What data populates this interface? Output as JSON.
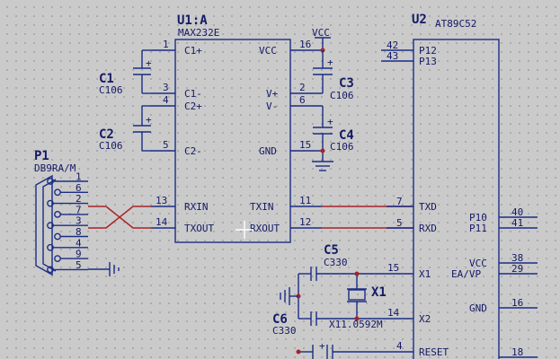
{
  "u1": {
    "ref": "U1:A",
    "part": "MAX232E",
    "pins_left": [
      {
        "num": "1",
        "name": "C1+"
      },
      {
        "num": "3",
        "name": "C1-"
      },
      {
        "num": "4",
        "name": "C2+"
      },
      {
        "num": "5",
        "name": "C2-"
      },
      {
        "num": "13",
        "name": "RXIN"
      },
      {
        "num": "14",
        "name": "TXOUT"
      }
    ],
    "pins_right": [
      {
        "num": "16",
        "name": "VCC"
      },
      {
        "num": "2",
        "name": "V+"
      },
      {
        "num": "6",
        "name": "V-"
      },
      {
        "num": "15",
        "name": "GND"
      },
      {
        "num": "11",
        "name": "TXIN"
      },
      {
        "num": "12",
        "name": "RXOUT"
      }
    ]
  },
  "u2": {
    "ref": "U2",
    "part": "AT89C52",
    "pins_left": [
      {
        "num": "42",
        "name": "P12"
      },
      {
        "num": "43",
        "name": "P13"
      },
      {
        "num": "7",
        "name": "TXD"
      },
      {
        "num": "5",
        "name": "RXD"
      },
      {
        "num": "15",
        "name": "X1"
      },
      {
        "num": "14",
        "name": "X2"
      },
      {
        "num": "4",
        "name": "RESET"
      }
    ],
    "pins_right": [
      {
        "num": "40",
        "name": "P10"
      },
      {
        "num": "41",
        "name": "P11"
      },
      {
        "num": "38",
        "name": "VCC"
      },
      {
        "num": "29",
        "name": "EA/VP"
      },
      {
        "num": "16",
        "name": "GND"
      },
      {
        "num": "18",
        "name": ""
      }
    ]
  },
  "capacitors": [
    {
      "ref": "C1",
      "value": "C106"
    },
    {
      "ref": "C2",
      "value": "C106"
    },
    {
      "ref": "C3",
      "value": "C106"
    },
    {
      "ref": "C4",
      "value": "C106"
    },
    {
      "ref": "C5",
      "value": "C330"
    },
    {
      "ref": "C6",
      "value": "C330"
    }
  ],
  "crystal": {
    "ref": "X1",
    "value": "X11.0592M"
  },
  "connector": {
    "ref": "P1",
    "part": "DB9RA/M",
    "pins": [
      "1",
      "6",
      "2",
      "7",
      "3",
      "8",
      "4",
      "9",
      "5"
    ]
  },
  "power": {
    "vcc": "VCC"
  },
  "colors": {
    "wire": "#1b2d86",
    "signal": "#a8222a",
    "text": "#141a66",
    "background": "#cacaca"
  }
}
